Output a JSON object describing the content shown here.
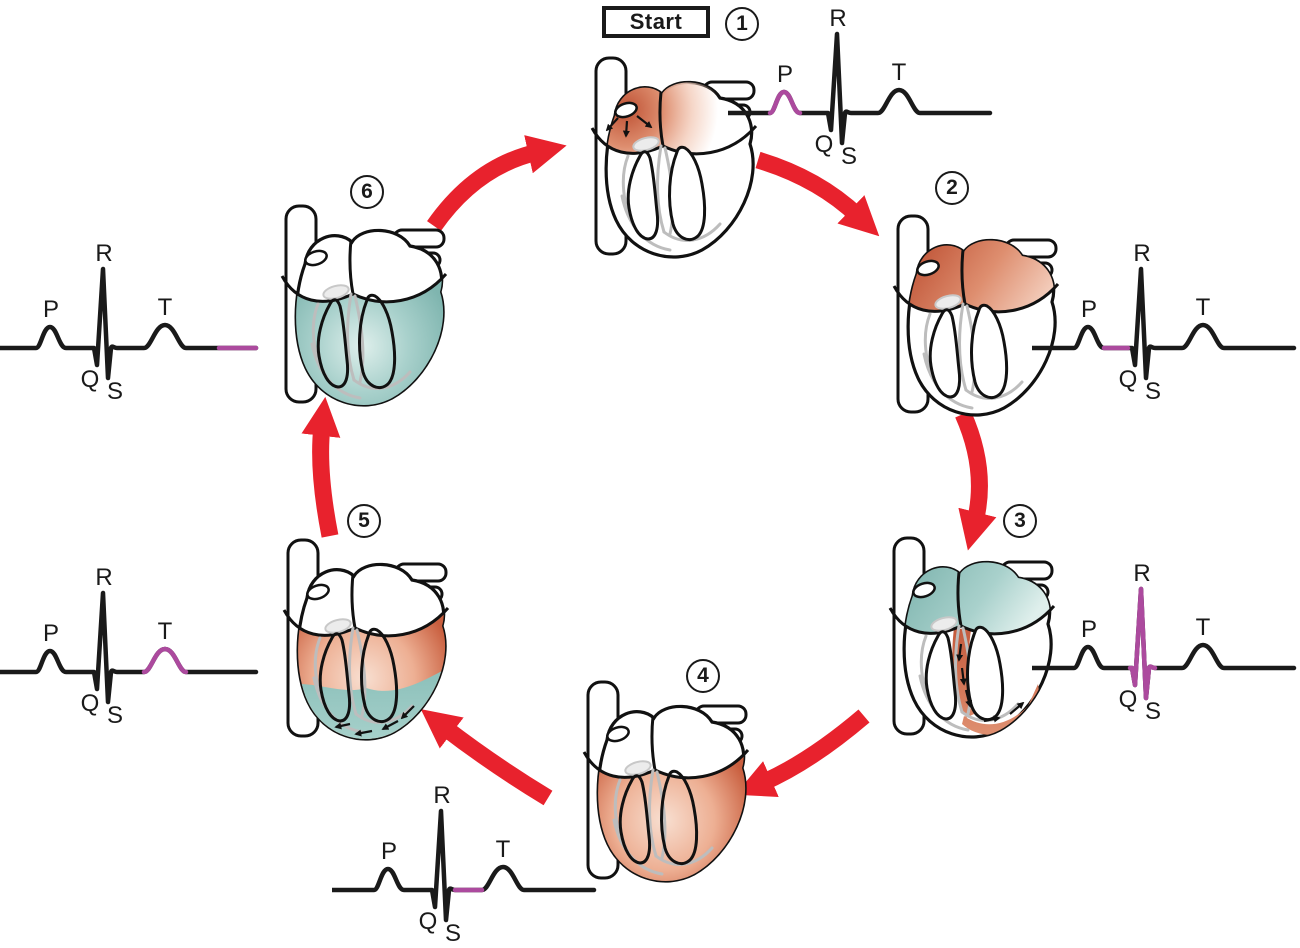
{
  "start_label": "Start",
  "ecg_labels": {
    "p": "P",
    "q": "Q",
    "r": "R",
    "s": "S",
    "t": "T"
  },
  "colors": {
    "arrow_red": "#E8222D",
    "trace_black": "#1A1A1A",
    "highlight_magenta": "#AC4A9E",
    "depolarized_dark": "#BE5134",
    "depolarized_mid": "#DE8E6F",
    "depolarized_light": "#F4CFBE",
    "repolarized_dark": "#7FB5AF",
    "repolarized_mid": "#A9D1CC",
    "repolarized_light": "#DFEFEC",
    "fiber_gray": "#BDBDBD",
    "outline_black": "#111111"
  },
  "stages": [
    {
      "number": "1",
      "ecg_highlight_segment": "P",
      "atria_state": "depolarizing",
      "ventricle_state": "resting",
      "conduction_arrows": "sa-node"
    },
    {
      "number": "2",
      "ecg_highlight_segment": "PR",
      "atria_state": "depolarized",
      "ventricle_state": "resting",
      "conduction_arrows": "none"
    },
    {
      "number": "3",
      "ecg_highlight_segment": "QRS",
      "atria_state": "repolarizing",
      "ventricle_state": "septum-depolarizing",
      "conduction_arrows": "septum"
    },
    {
      "number": "4",
      "ecg_highlight_segment": "ST",
      "atria_state": "resting",
      "ventricle_state": "depolarized",
      "conduction_arrows": "none"
    },
    {
      "number": "5",
      "ecg_highlight_segment": "T",
      "atria_state": "resting",
      "ventricle_state": "apex-repolarizing",
      "conduction_arrows": "apex"
    },
    {
      "number": "6",
      "ecg_highlight_segment": "TP",
      "atria_state": "resting",
      "ventricle_state": "repolarized",
      "conduction_arrows": "none"
    }
  ]
}
